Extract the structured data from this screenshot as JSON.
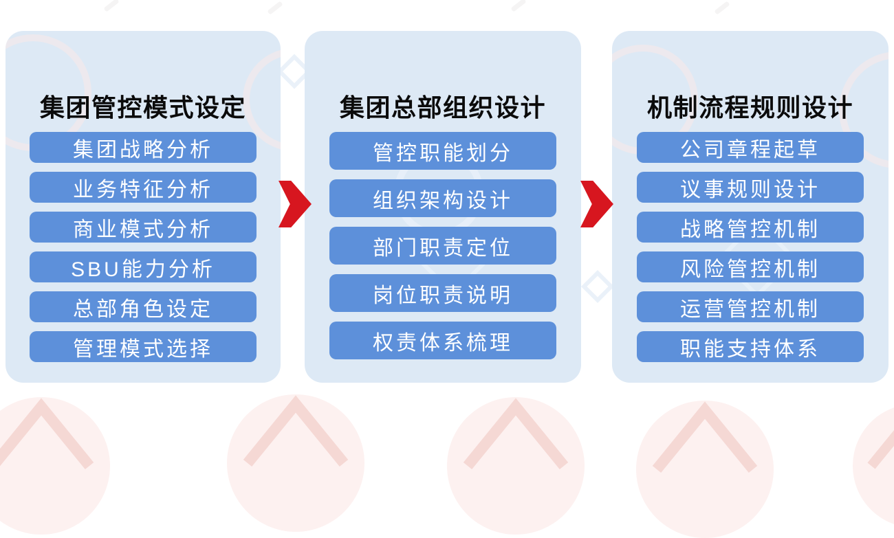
{
  "diagram_title": "",
  "columns": [
    {
      "title": "集团管控模式设定",
      "items": [
        "集团战略分析",
        "业务特征分析",
        "商业模式分析",
        "SBU能力分析",
        "总部角色设定",
        "管理模式选择"
      ]
    },
    {
      "title": "集团总部组织设计",
      "items": [
        "管控职能划分",
        "组织架构设计",
        "部门职责定位",
        "岗位职责说明",
        "权责体系梳理"
      ]
    },
    {
      "title": "机制流程规则设计",
      "items": [
        "公司章程起草",
        "议事规则设计",
        "战略管控机制",
        "风险管控机制",
        "运营管控机制",
        "职能支持体系"
      ]
    }
  ],
  "icons": {
    "arrow_right": "chevron-right"
  },
  "colors": {
    "panel_background": "#dde9f5",
    "item_blue": "#5d90da",
    "item_text": "#ffffff",
    "title_text": "#0b0b0b",
    "arrow_red": "#d7161f",
    "watermark_pink": "#fdf1f0",
    "page_background": "#ffffff"
  }
}
